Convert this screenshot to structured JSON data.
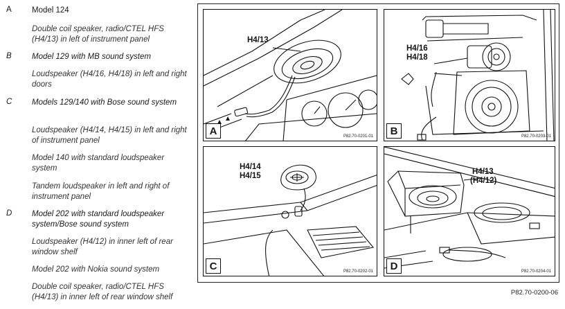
{
  "models": [
    {
      "letter": "A",
      "letter_italic": false,
      "heading": "Model 124",
      "heading_italic": false,
      "descriptions": [
        "Double coil speaker, radio/CTEL HFS (H4/13) in left of instrument panel"
      ]
    },
    {
      "letter": "B",
      "letter_italic": true,
      "heading": "Model 129 with MB sound system",
      "heading_italic": true,
      "descriptions": [
        "Loudspeaker (H4/16, H4/18) in left and right doors"
      ]
    },
    {
      "letter": "C",
      "letter_italic": true,
      "heading": "Models 129/140 with Bose sound system",
      "heading_italic": true,
      "descriptions": [
        "Loudspeaker (H4/14, H4/15) in left and right of instrument panel",
        "Model 140 with standard loudspeaker system",
        "Tandem loudspeaker in left and right of instrument panel"
      ]
    },
    {
      "letter": "D",
      "letter_italic": true,
      "heading": "Model 202 with standard loudspeaker system/Bose sound system",
      "heading_italic": true,
      "descriptions": [
        "Loudspeaker (H4/12) in inner left of rear window shelf",
        "Model 202 with Nokia sound system",
        "Double coil speaker, radio/CTEL HFS (H4/13) in inner left of rear window shelf"
      ]
    }
  ],
  "panels": {
    "a": {
      "badge": "A",
      "callout": "H4/13",
      "ref": "P82.70-0201-01"
    },
    "b": {
      "badge": "B",
      "callout_1": "H4/16",
      "callout_2": "H4/18",
      "ref": "P82.70-0203-01"
    },
    "c": {
      "badge": "C",
      "callout_1": "H4/14",
      "callout_2": "H4/15",
      "ref": "P82.70-0202-01"
    },
    "d": {
      "badge": "D",
      "callout_1": "H4/13",
      "callout_2": "(H4/12)",
      "ref": "P82.70-0204-01"
    }
  },
  "figure_caption": "P82.70-0200-06"
}
